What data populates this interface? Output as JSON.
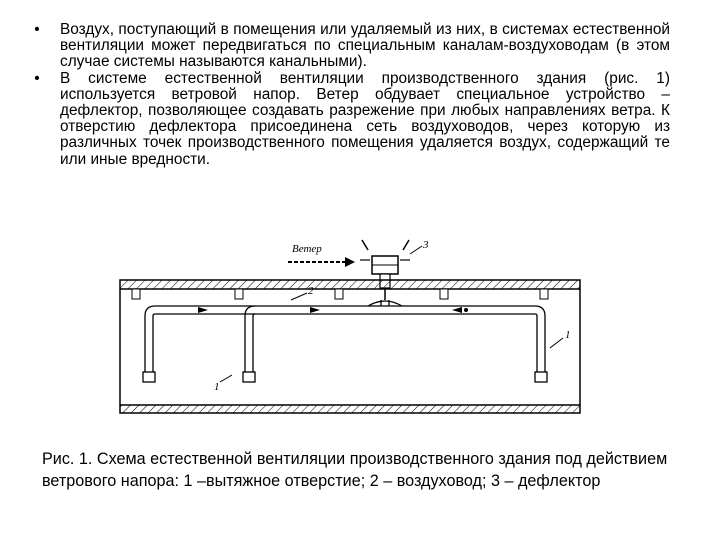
{
  "bullets": [
    {
      "marker": "•",
      "text": "Воздух, поступающий в помещения или удаляемый из них, в системах естественной вентиляции может передвигаться по специальным каналам-воздуховодам (в этом случае системы называются канальными)."
    },
    {
      "marker": "•",
      "text": "В системе естественной вентиляции производственного здания (рис. 1) используется ветровой напор. Ветер обдувает специальное устройство – дефлектор, позволяющее создавать разрежение при любых направлениях ветра. К отверстию дефлектора присоединена сеть воздуховодов, через которую из различных точек производственного помещения удаляется воздух, содержащий те или иные вредности."
    }
  ],
  "diagram": {
    "wind_label": "Ветер",
    "label_1a": "1",
    "label_1b": "1",
    "label_2": "2",
    "label_3": "3"
  },
  "caption": "Рис. 1. Схема естественной вентиляции производственного здания под действием ветрового напора: 1 –вытяжное отверстие; 2 – воздуховод; 3 – дефлектор"
}
